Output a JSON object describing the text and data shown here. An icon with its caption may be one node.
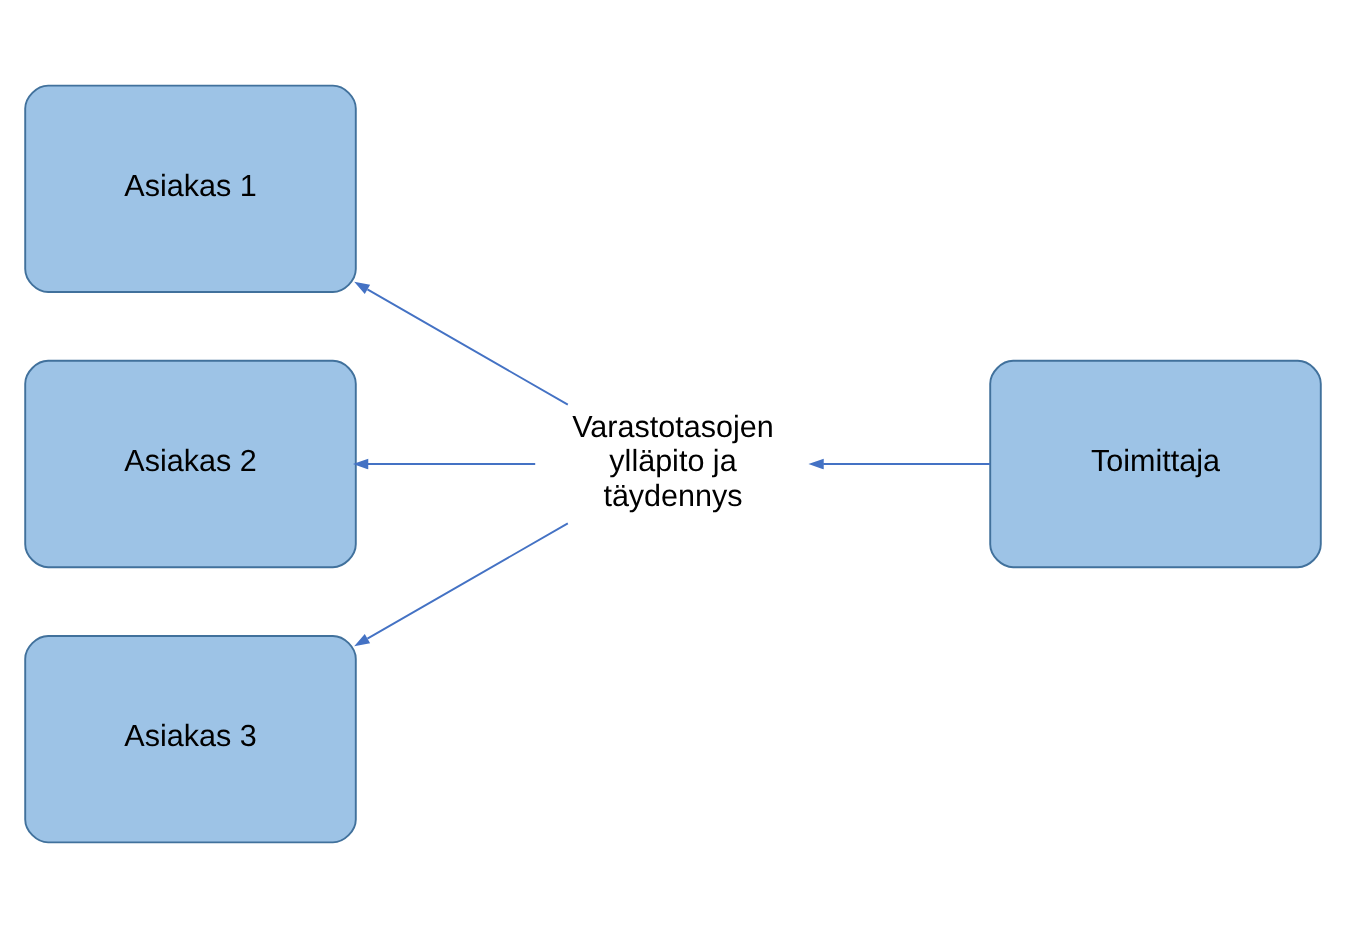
{
  "diagram": {
    "nodes": [
      {
        "text": [
          "Asiakas 1"
        ]
      },
      {
        "text": [
          "Asiakas 2"
        ]
      },
      {
        "text": [
          "Asiakas 3"
        ]
      },
      {
        "text": [
          "Varastotasojen ylläpito ja täydennys"
        ]
      },
      {
        "text": [
          "Toimittaja"
        ]
      }
    ],
    "edges": [
      {
        "from": 4,
        "to": 3,
        "arrow": "to"
      },
      {
        "from": 3,
        "to": 0,
        "arrow": "to"
      },
      {
        "from": 3,
        "to": 1,
        "arrow": "to"
      },
      {
        "from": 3,
        "to": 2,
        "arrow": "to"
      }
    ]
  }
}
